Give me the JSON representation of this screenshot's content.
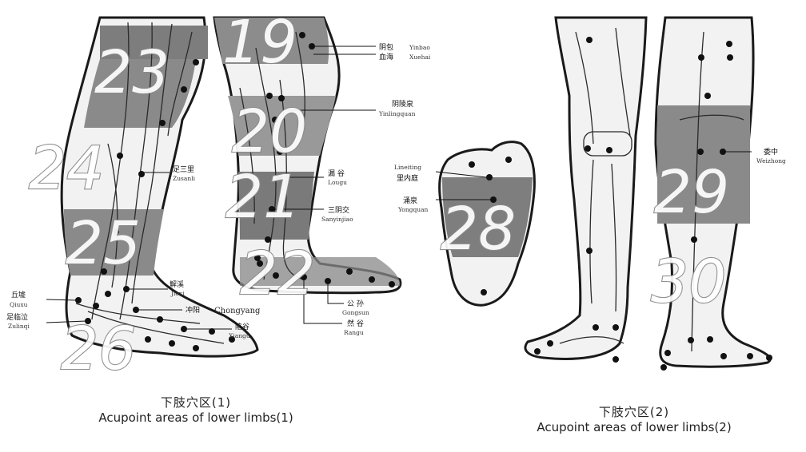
{
  "zones": [
    "23",
    "19",
    "20",
    "24",
    "21",
    "25",
    "22",
    "26",
    "28",
    "29",
    "30"
  ],
  "points": {
    "yinbao": {
      "cn": "阴包",
      "en": "Yinbao"
    },
    "xuehai": {
      "cn": "血海",
      "en": "Xuehai"
    },
    "yinlingquan": {
      "cn": "阴陵泉",
      "en": "Yinlingquan"
    },
    "zusanli": {
      "cn": "足三里",
      "en": "Zusanli"
    },
    "lougu": {
      "cn": "漏 谷",
      "en": "Lougu"
    },
    "sanyinjiao": {
      "cn": "三阴交",
      "en": "Sanyinjiao"
    },
    "jiexi": {
      "cn": "解溪",
      "en": "Jiexi"
    },
    "qiuxu": {
      "cn": "丘墟",
      "en": "Qiuxu"
    },
    "zulinqi": {
      "cn": "足临泣",
      "en": "Zulinqi"
    },
    "chongyang": {
      "cn": "冲阳",
      "en": "Chongyang"
    },
    "xiangu": {
      "cn": "陷谷",
      "en": "Xiangu"
    },
    "gongsun": {
      "cn": "公 孙",
      "en": "Gongsun"
    },
    "rangu": {
      "cn": "然 谷",
      "en": "Rangu"
    },
    "lineiting": {
      "cn": "里内庭",
      "en": "Lineiting"
    },
    "yongquan": {
      "cn": "涌泉",
      "en": "Yongquan"
    },
    "weizhong": {
      "cn": "委中",
      "en": "Weizhong"
    }
  },
  "captions": {
    "left": {
      "cn": "下肢穴区(1)",
      "en": "Acupoint areas of lower limbs(1)"
    },
    "right": {
      "cn": "下肢穴区(2)",
      "en": "Acupoint areas of lower limbs(2)"
    }
  }
}
